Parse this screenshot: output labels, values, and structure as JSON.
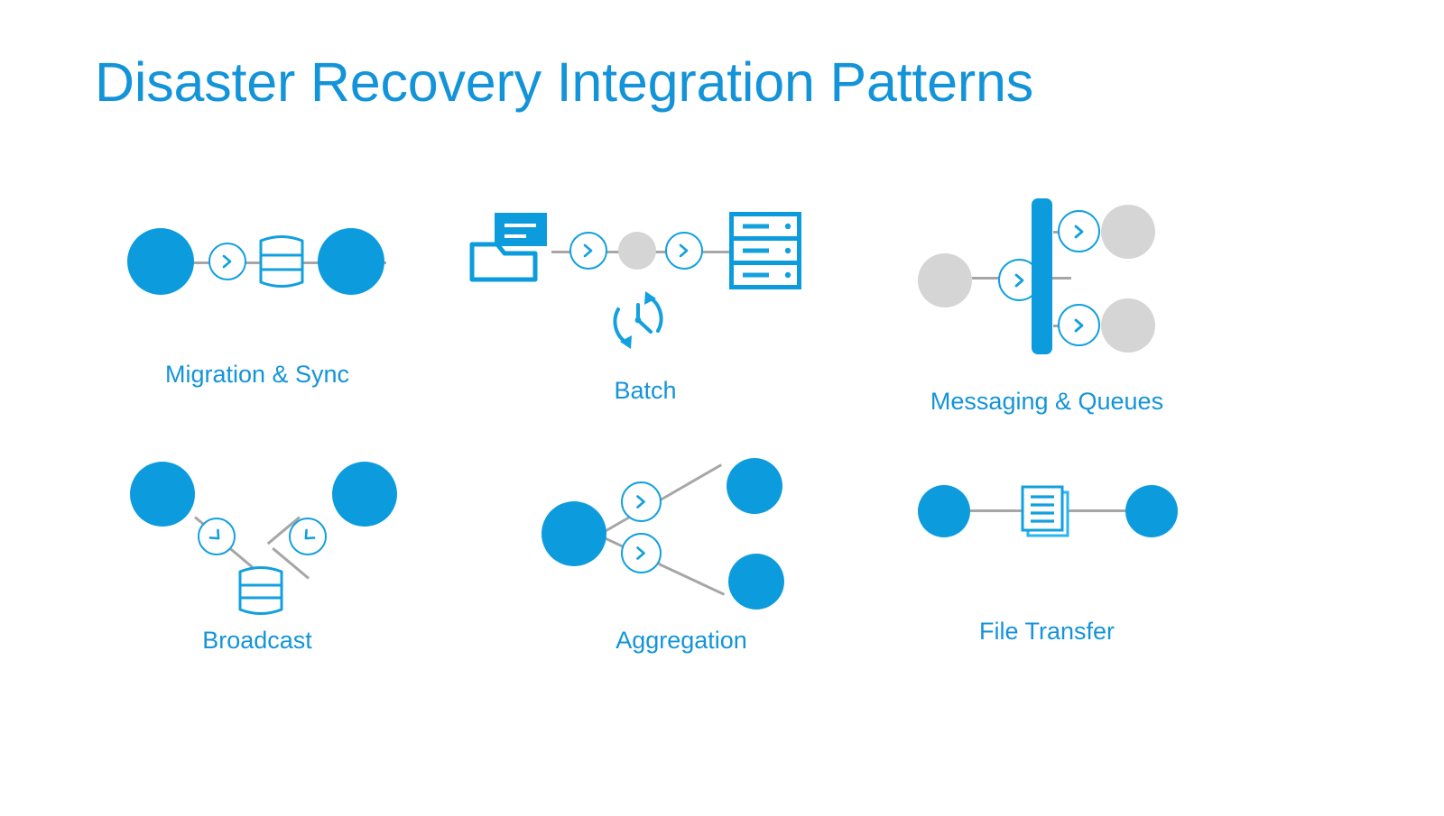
{
  "slide": {
    "title": "Disaster Recovery Integration Patterns",
    "background_color": "#FFFFFF",
    "accent_color": "#0C9CDD",
    "title_color": "#1494D8",
    "label_color": "#1494D8",
    "muted_node_color": "#D5D5D5",
    "connector_color": "#A6A6A6"
  },
  "patterns": [
    {
      "id": "migration-sync",
      "label": "Migration & Sync",
      "icons": [
        "blue-node-icon",
        "arrow-chevron-icon",
        "database-cylinder-icon",
        "blue-node-icon"
      ],
      "description": "Source node connects through a forward arrow and a database to a target node"
    },
    {
      "id": "batch",
      "label": "Batch",
      "icons": [
        "folder-document-icon",
        "arrow-chevron-icon",
        "gray-node-icon",
        "arrow-chevron-icon",
        "server-rack-icon",
        "clock-scheduler-icon"
      ],
      "description": "Files flow through two arrows and a processing node into a server rack on a clock schedule"
    },
    {
      "id": "messaging-queues",
      "label": "Messaging & Queues",
      "icons": [
        "gray-node-icon",
        "arrow-chevron-icon",
        "queue-bar-icon",
        "arrow-chevron-icon",
        "gray-node-icon",
        "arrow-chevron-icon",
        "gray-node-icon"
      ],
      "description": "A publisher sends messages into a queue which fans out to two subscribers"
    },
    {
      "id": "broadcast",
      "label": "Broadcast",
      "icons": [
        "blue-node-icon",
        "arrow-chevron-down-right-icon",
        "arrow-chevron-down-left-icon",
        "blue-node-icon",
        "database-cylinder-icon"
      ],
      "description": "Two source nodes broadcast down through arrows into a single database"
    },
    {
      "id": "aggregation",
      "label": "Aggregation",
      "icons": [
        "blue-node-icon",
        "arrow-chevron-icon",
        "arrow-chevron-icon",
        "blue-node-icon",
        "blue-node-icon"
      ],
      "description": "A single node fans out through two arrows to two target nodes"
    },
    {
      "id": "file-transfer",
      "label": "File Transfer",
      "icons": [
        "blue-node-icon",
        "document-stack-icon",
        "blue-node-icon"
      ],
      "description": "Two nodes linked through a document stack"
    }
  ]
}
